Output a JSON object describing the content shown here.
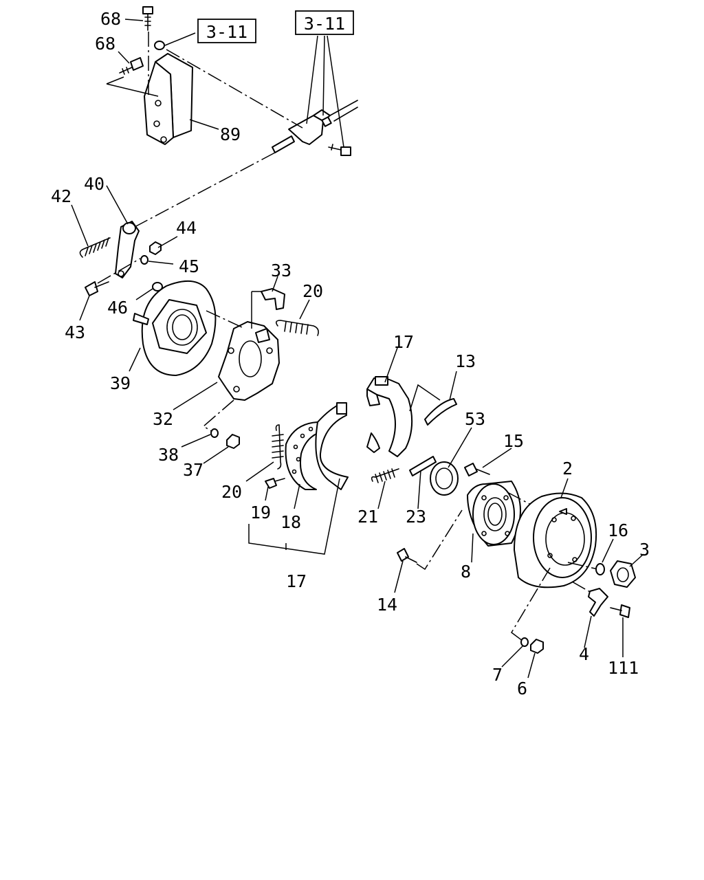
{
  "refs": [
    "3-11",
    "3-11"
  ],
  "labels": {
    "p68a": "68",
    "p68b": "68",
    "p89": "89",
    "p40": "40",
    "p42": "42",
    "p44": "44",
    "p45": "45",
    "p33": "33",
    "p20a": "20",
    "p46": "46",
    "p43": "43",
    "p39": "39",
    "p32": "32",
    "p17a": "17",
    "p13": "13",
    "p53": "53",
    "p15": "15",
    "p2": "2",
    "p38": "38",
    "p37": "37",
    "p20b": "20",
    "p19": "19",
    "p18": "18",
    "p17b": "17",
    "p21": "21",
    "p23": "23",
    "p8": "8",
    "p16": "16",
    "p3": "3",
    "p14": "14",
    "p4": "4",
    "p111": "111",
    "p7": "7",
    "p6": "6"
  }
}
